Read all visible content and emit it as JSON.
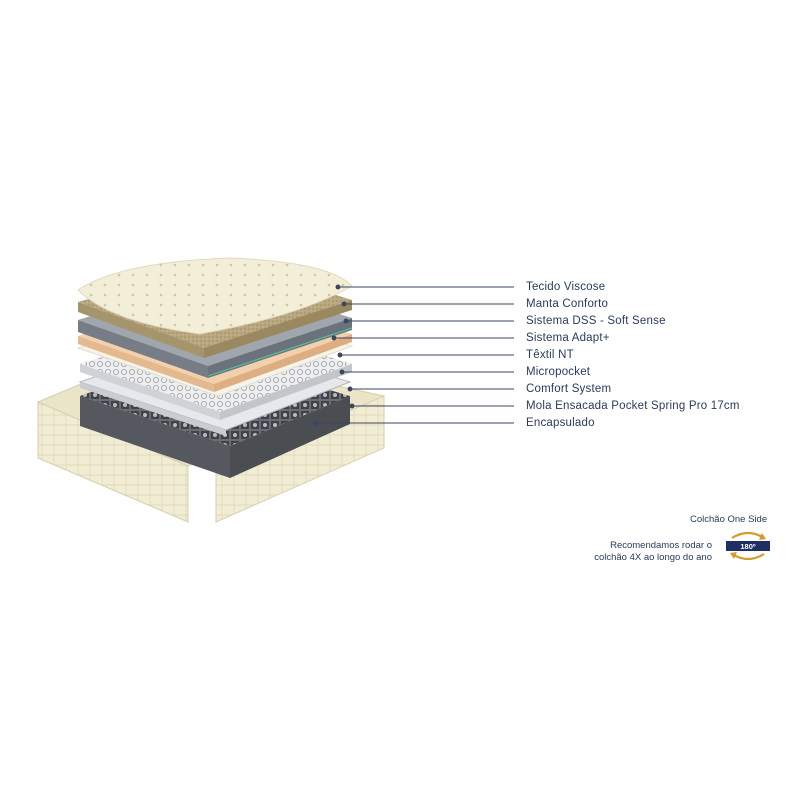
{
  "layers": [
    {
      "label": "Tecido Viscose"
    },
    {
      "label": "Manta Conforto"
    },
    {
      "label": "Sistema DSS - Soft Sense"
    },
    {
      "label": "Sistema Adapt+"
    },
    {
      "label": "Têxtil NT"
    },
    {
      "label": "Micropocket"
    },
    {
      "label": "Comfort System"
    },
    {
      "label": "Mola Ensacada Pocket Spring Pro 17cm"
    },
    {
      "label": "Encapsulado"
    }
  ],
  "rotation": {
    "title": "Colchão One Side",
    "text_line1": "Recomendamos rodar o",
    "text_line2": "colchão 4X ao longo do ano",
    "badge": "180º"
  },
  "colors": {
    "label_text": "#2a3a5e",
    "leader_line": "#3b4660",
    "badge_navy": "#1f2f63",
    "arrow_gold": "#d79a2b"
  }
}
